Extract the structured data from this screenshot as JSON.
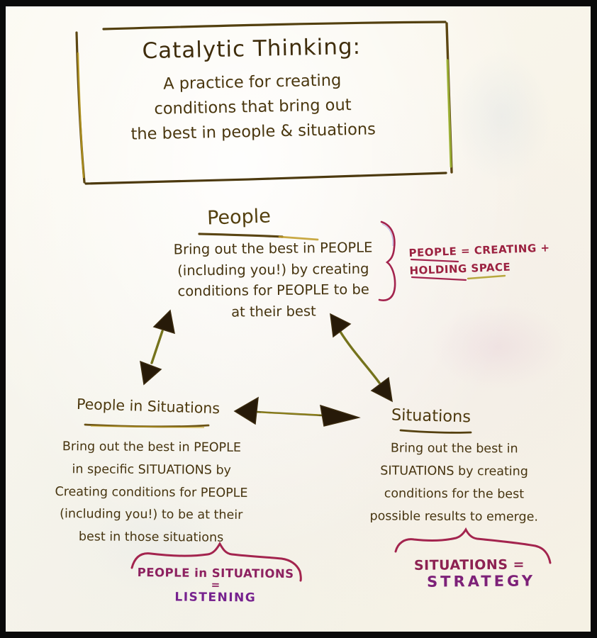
{
  "title_box": {
    "lines": [
      "Catalytic Thinking:",
      "A practice for creating",
      "conditions that bring out",
      "the best in people & situations"
    ]
  },
  "nodes": {
    "people": {
      "heading": "People",
      "body": [
        "Bring out the best in PEOPLE",
        "(including you!) by creating",
        "conditions for PEOPLE to be",
        "at their best"
      ]
    },
    "people_in_situations": {
      "heading": "People in Situations",
      "body": [
        "Bring out the best in PEOPLE",
        "in specific SITUATIONS by",
        "Creating conditions for PEOPLE",
        "(including you!) to be at their",
        "best in those situations"
      ]
    },
    "situations": {
      "heading": "Situations",
      "body": [
        "Bring out the best in",
        "SITUATIONS by creating",
        "conditions for the best",
        "possible results to emerge."
      ]
    }
  },
  "annotations": {
    "people_equals": {
      "line1": "PEOPLE = CREATING +",
      "line2": "HOLDING SPACE"
    },
    "people_in_situations_equals": {
      "line1": "PEOPLE in SITUATIONS",
      "line2": "=",
      "line3": "LISTENING"
    },
    "situations_equals": {
      "line1": "SITUATIONS =",
      "line2": "STRATEGY"
    }
  },
  "icons": {
    "arrow_people_pis": "double-headed-arrow",
    "arrow_people_situations": "double-headed-arrow",
    "arrow_pis_situations": "double-headed-arrow",
    "people_brace": "curly-brace",
    "pis_brace": "horizontal-curly-brace",
    "situations_brace": "horizontal-curly-brace"
  },
  "colors": {
    "paper": "#f8f4e9",
    "frame": "#0a0a0a",
    "ink": "#46340f",
    "box_stroke": "#5f4a15",
    "gold_accent": "#c8a722",
    "green_accent": "#a6c23a",
    "arrow_line": "#75731c",
    "arrow_head": "#271a09",
    "annotation_red": "#a3244e",
    "annotation_purple": "#76218e"
  }
}
